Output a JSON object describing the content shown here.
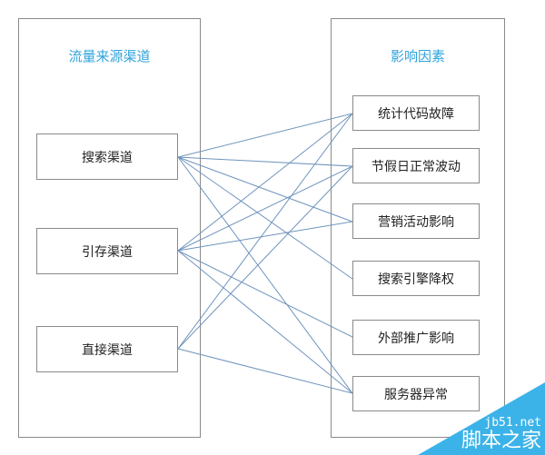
{
  "left_panel": {
    "title": "流量来源渠道",
    "items": [
      "搜索渠道",
      "引存渠道",
      "直接渠道"
    ]
  },
  "right_panel": {
    "title": "影响因素",
    "items": [
      "统计代码故障",
      "节假日正常波动",
      "营销活动影响",
      "搜索引擎降权",
      "外部推广影响",
      "服务器异常"
    ]
  },
  "connections": [
    [
      0,
      0
    ],
    [
      0,
      1
    ],
    [
      0,
      2
    ],
    [
      0,
      3
    ],
    [
      0,
      5
    ],
    [
      1,
      0
    ],
    [
      1,
      1
    ],
    [
      1,
      2
    ],
    [
      1,
      4
    ],
    [
      1,
      5
    ],
    [
      2,
      0
    ],
    [
      2,
      1
    ],
    [
      2,
      5
    ]
  ],
  "colors": {
    "title": "#2fa3dc",
    "line": "#6f94bd",
    "watermark": "#3bb3e8"
  },
  "watermark": {
    "line1": "jb51.net",
    "line2": "脚本之家"
  }
}
